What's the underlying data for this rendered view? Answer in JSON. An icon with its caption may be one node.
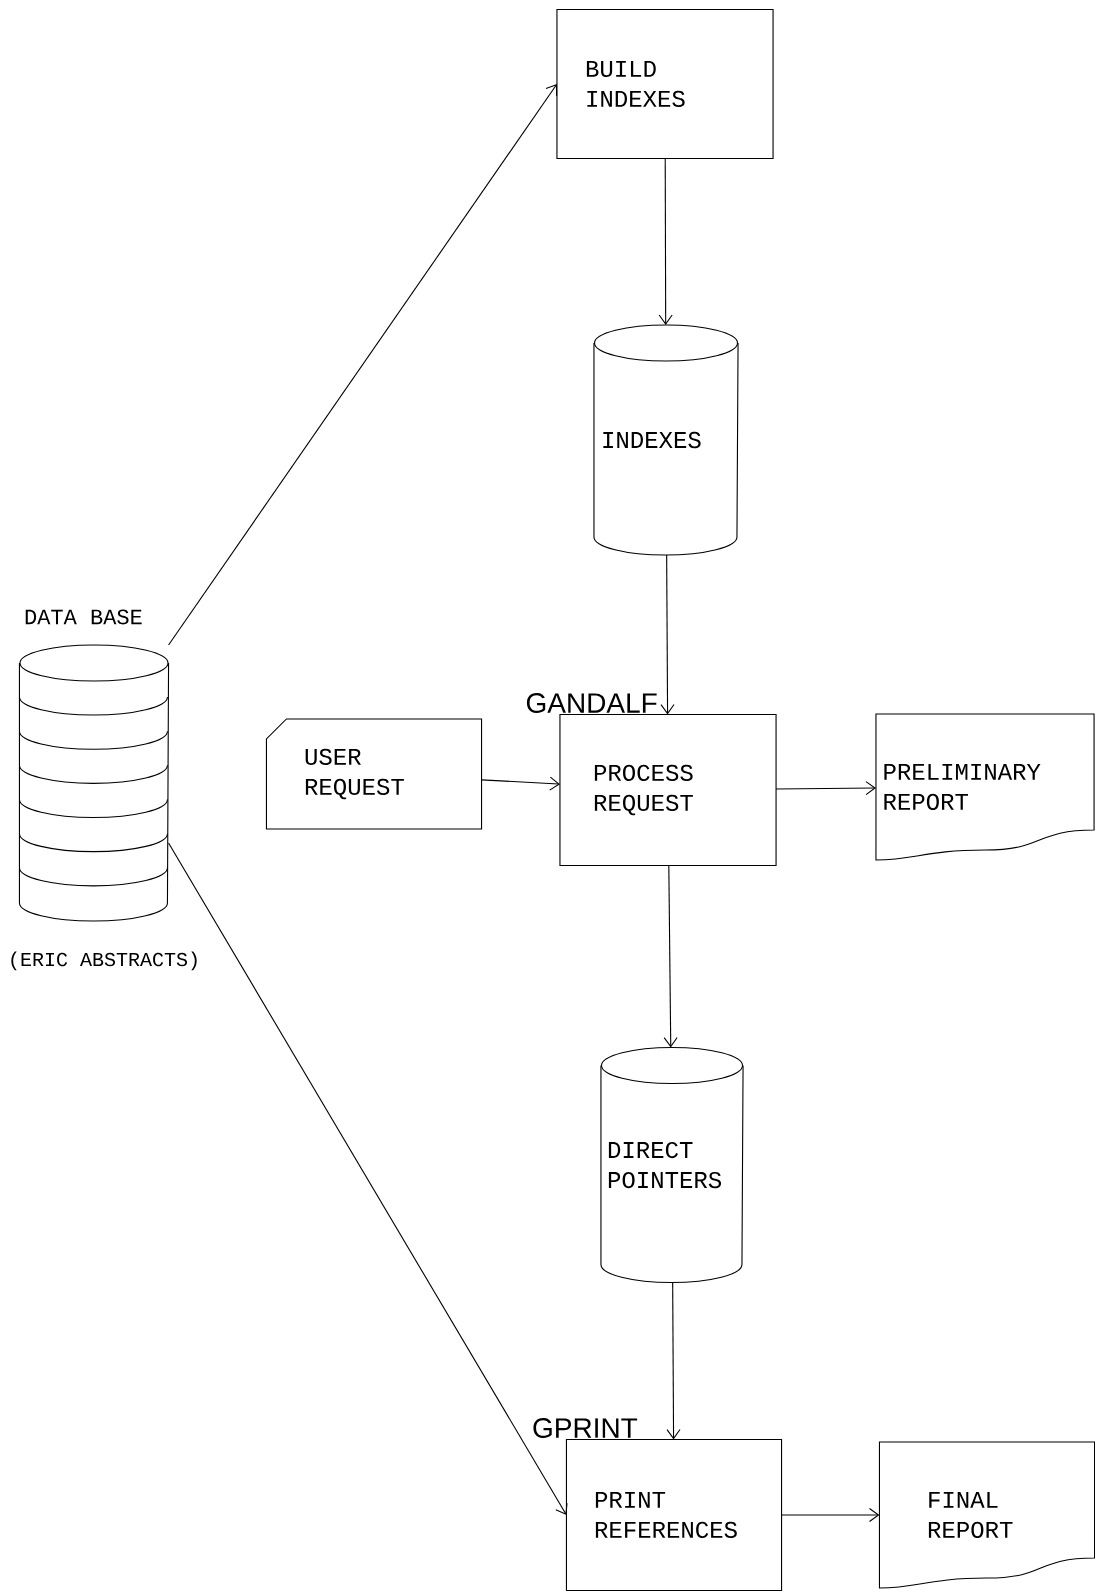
{
  "diagram": {
    "nodes": [
      {
        "text": [
          "BUILD INDEXES"
        ]
      },
      {
        "text": [
          "INDEXES"
        ]
      },
      {
        "text": [
          "DATA BASE"
        ],
        "beside": [
          "(ERIC ABSTRACTS)"
        ]
      },
      {
        "text": [
          "USER REQUEST"
        ]
      },
      {
        "text": [
          "PROCESS REQUEST"
        ],
        "beside": [
          "GANDALF"
        ]
      },
      {
        "text": [
          "PRELIMINARY REPORT"
        ]
      },
      {
        "text": [
          "DIRECT POINTERS"
        ]
      },
      {
        "text": [
          "PRINT REFERENCES"
        ],
        "beside": [
          "GPRINT"
        ]
      },
      {
        "text": [
          "FINAL REPORT"
        ]
      }
    ],
    "edges": [
      {
        "from": 2,
        "to": 0,
        "arrow": "to"
      },
      {
        "from": 0,
        "to": 1,
        "arrow": "to"
      },
      {
        "from": 1,
        "to": 4,
        "arrow": "to"
      },
      {
        "from": 3,
        "to": 4,
        "arrow": "to"
      },
      {
        "from": 4,
        "to": 5,
        "arrow": "to"
      },
      {
        "from": 4,
        "to": 6,
        "arrow": "to"
      },
      {
        "from": 6,
        "to": 7,
        "arrow": "to"
      },
      {
        "from": 2,
        "to": 7,
        "arrow": "to"
      },
      {
        "from": 7,
        "to": 8,
        "arrow": "to"
      }
    ]
  }
}
